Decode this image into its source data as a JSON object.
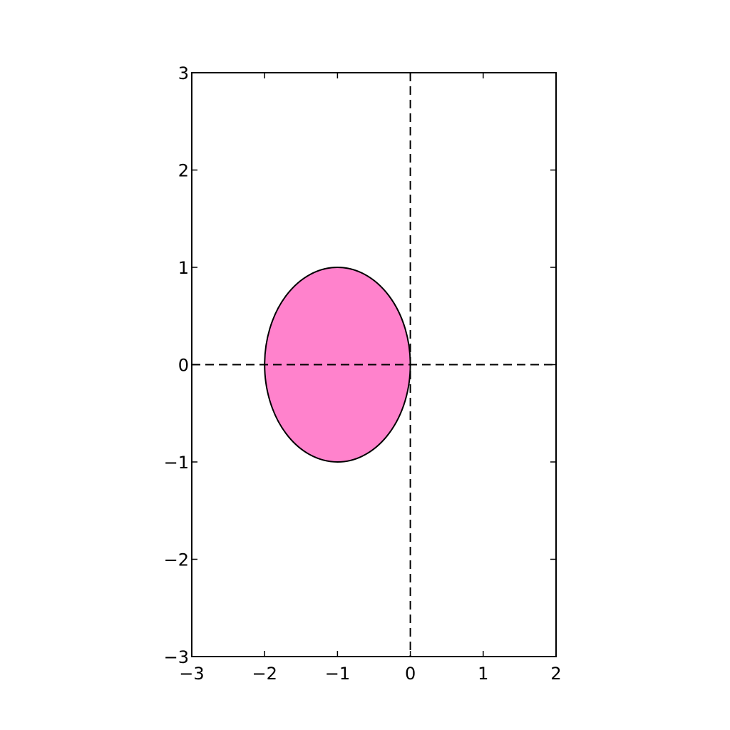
{
  "chart_data": {
    "type": "scatter",
    "title": "",
    "xlabel": "",
    "ylabel": "",
    "xlim": [
      -3,
      2
    ],
    "ylim": [
      -3,
      3
    ],
    "xticks": [
      -3,
      -2,
      -1,
      0,
      1,
      2
    ],
    "yticks": [
      -3,
      -2,
      -1,
      0,
      1,
      2,
      3
    ],
    "xtick_labels": [
      "−3",
      "−2",
      "−1",
      "0",
      "1",
      "2"
    ],
    "ytick_labels": [
      "−3",
      "−2",
      "−1",
      "0",
      "1",
      "2",
      "3"
    ],
    "grid": false,
    "reference_lines": [
      {
        "orientation": "horizontal",
        "y": 0,
        "style": "dashed",
        "color": "#000000"
      },
      {
        "orientation": "vertical",
        "x": 0,
        "style": "dashed",
        "color": "#000000"
      }
    ],
    "shapes": [
      {
        "shape": "ellipse",
        "center": [
          -1,
          0
        ],
        "x_radius": 1,
        "y_radius": 1,
        "fill": "#ff82cc",
        "stroke": "#000000"
      }
    ]
  }
}
